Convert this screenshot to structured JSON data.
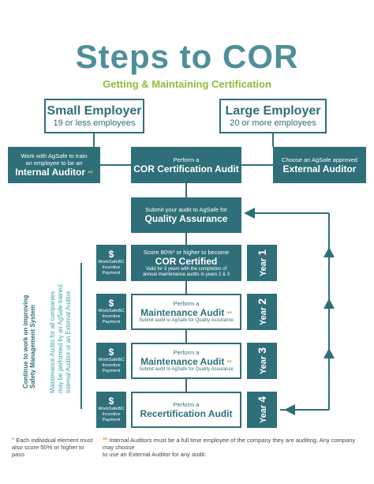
{
  "header": {
    "title": "Steps to COR",
    "subtitle": "Getting & Maintaining Certification"
  },
  "employers": {
    "small": {
      "title": "Small Employer",
      "subtitle": "19 or less employees"
    },
    "large": {
      "title": "Large Employer",
      "subtitle": "20 or more employees"
    }
  },
  "auditor_row": {
    "internal": {
      "line1": "Work with AgSafe to train",
      "line2": "an employee to be an",
      "line3": "Internal Auditor",
      "star": "**"
    },
    "cor_audit": {
      "line1": "Perform a",
      "line2": "COR Certification Audit"
    },
    "external": {
      "line1": "Choose an AgSafe approved",
      "line2": "External Auditor"
    }
  },
  "qa": {
    "line1": "Submit your audit to AgSafe for",
    "line2": "Quality Assurance"
  },
  "years": [
    {
      "payment": {
        "symbol": "$",
        "line1": "WorkSafeBC",
        "line2": "Incentive",
        "line3": "Payment"
      },
      "line1": "Score 80%* or higher to become",
      "line2": "COR Certified",
      "note1": "Valid for 3 years with the completion of",
      "note2": "annual maintenance audits in years 2 & 3",
      "year_label": "Year",
      "year_num": "1"
    },
    {
      "payment": {
        "symbol": "$",
        "line1": "WorkSafeBC",
        "line2": "Incentive",
        "line3": "Payment"
      },
      "line1": "Perform a",
      "line2": "Maintenance Audit",
      "star": "**",
      "note1": "Submit audit to AgSafe for Quality Assurance",
      "year_label": "Year",
      "year_num": "2"
    },
    {
      "payment": {
        "symbol": "$",
        "line1": "WorkSafeBC",
        "line2": "Incentive",
        "line3": "Payment"
      },
      "line1": "Perform a",
      "line2": "Maintenance Audit",
      "star": "**",
      "note1": "Submit audit to AgSafe for Quality Assurance",
      "year_label": "Year",
      "year_num": "3"
    },
    {
      "payment": {
        "symbol": "$",
        "line1": "WorkSafeBC",
        "line2": "Incentive",
        "line3": "Payment"
      },
      "line1": "Perform a",
      "line2": "Recertification Audit",
      "year_label": "Year",
      "year_num": "4"
    }
  ],
  "side_notes": {
    "improve1": "Continue to work on improving",
    "improve2": "Safety Management System",
    "maint1": "Maintenance Audits for all companies",
    "maint2": "may be performed by an AgSafe trained",
    "maint3": "Internal Auditor or an External Auditor."
  },
  "footnotes": {
    "f1_mark": "*",
    "f1_line1": "Each individual element must",
    "f1_line2": "also score 50% or higher to pass",
    "f2_mark": "**",
    "f2_line1": "Internal Auditors must be a full time employee of the company they are auditing. Any company may choose",
    "f2_line2": "to use an External Auditor for any audit."
  },
  "colors": {
    "primary": "#2f6f7a",
    "title": "#4e8f99",
    "accent_green": "#8fbc3c",
    "accent_orange": "#f0a04b",
    "side_blue": "#3b9fb5"
  }
}
